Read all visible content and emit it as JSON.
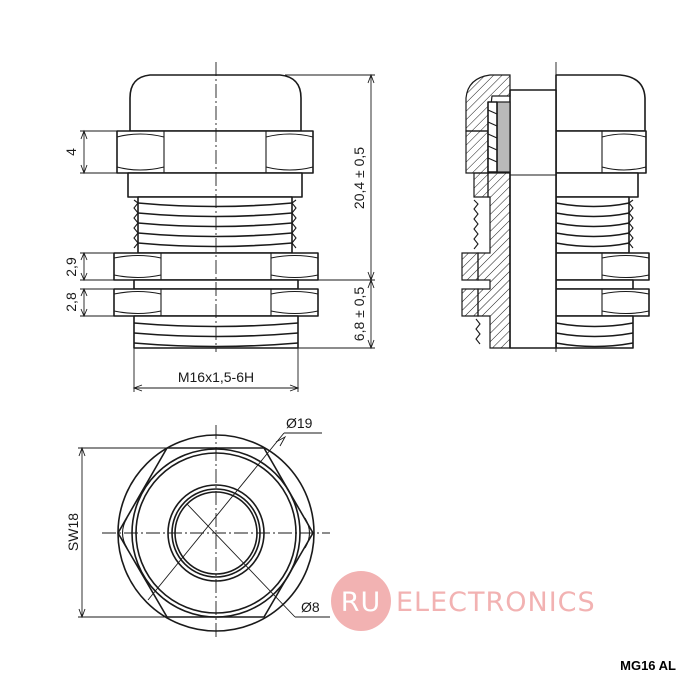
{
  "dimensions": {
    "hex_height": "4",
    "total_height": "20,4 ± 0,5",
    "nut_height_top": "2,9",
    "nut_height_bottom": "2,8",
    "thread_length": "6,8 ± 0,5",
    "thread_spec": "M16x1,5-6H",
    "outer_diameter": "Ø19",
    "inner_diameter": "Ø8",
    "wrench_size": "SW18"
  },
  "watermark": {
    "brand_ru": "RU",
    "brand_name": "ELECTRONICS",
    "color": "#f0a5a5"
  },
  "part_label": "MG16 AL"
}
